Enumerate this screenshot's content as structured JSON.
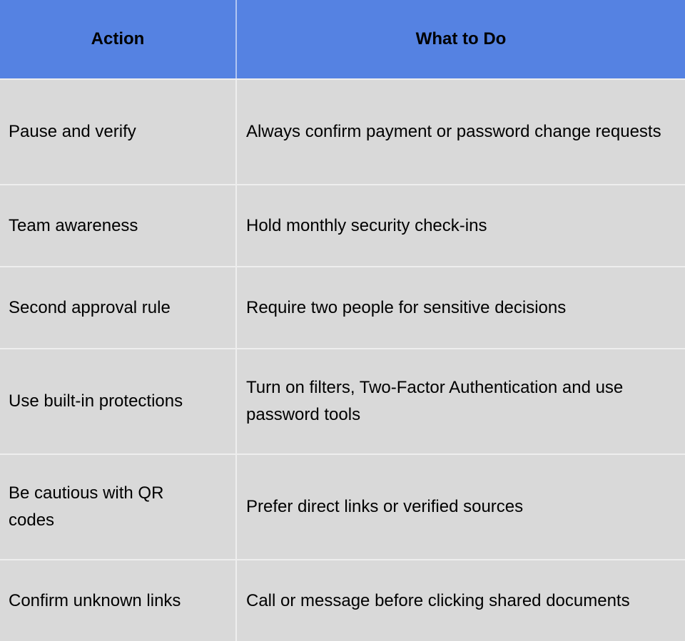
{
  "table": {
    "columns": [
      {
        "label": "Action"
      },
      {
        "label": "What to Do"
      }
    ],
    "rows": [
      {
        "action": "Pause and verify",
        "what_to_do": "Always confirm payment or password change requests"
      },
      {
        "action": "Team awareness",
        "what_to_do": "Hold monthly security check-ins"
      },
      {
        "action": "Second approval rule",
        "what_to_do": "Require two people for sensitive decisions"
      },
      {
        "action": "Use built-in protections",
        "what_to_do": "Turn on filters, Two-Factor Authentication and use password tools"
      },
      {
        "action": "Be cautious with QR codes",
        "what_to_do": "Prefer direct links or verified sources"
      },
      {
        "action": "Confirm unknown links",
        "what_to_do": "Call or message before clicking shared documents"
      }
    ],
    "colors": {
      "header_bg": "#5582e2",
      "row_bg": "#d9d9d9",
      "divider": "#ececec",
      "text": "#000000"
    }
  }
}
